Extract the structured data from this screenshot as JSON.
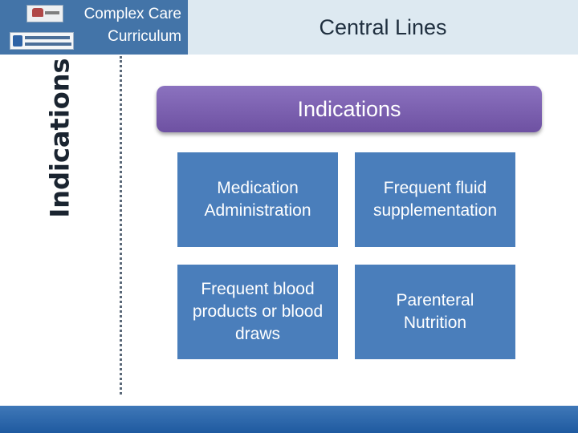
{
  "header": {
    "brand_line1": "Complex Care",
    "brand_line2": "Curriculum",
    "slide_title": "Central Lines"
  },
  "sidebar": {
    "section_title": "Indications"
  },
  "banner": {
    "label": "Indications"
  },
  "tiles": [
    {
      "label": "Medication Administration"
    },
    {
      "label": "Frequent fluid supplementation"
    },
    {
      "label": "Frequent blood products or blood draws"
    },
    {
      "label": "Parenteral Nutrition"
    }
  ],
  "colors": {
    "brand_blue": "#4374a8",
    "header_band": "#dde9f1",
    "banner_purple": "#7a5cb0",
    "tile_blue": "#4a7ebb",
    "footer_blue": "#2a64a8"
  }
}
